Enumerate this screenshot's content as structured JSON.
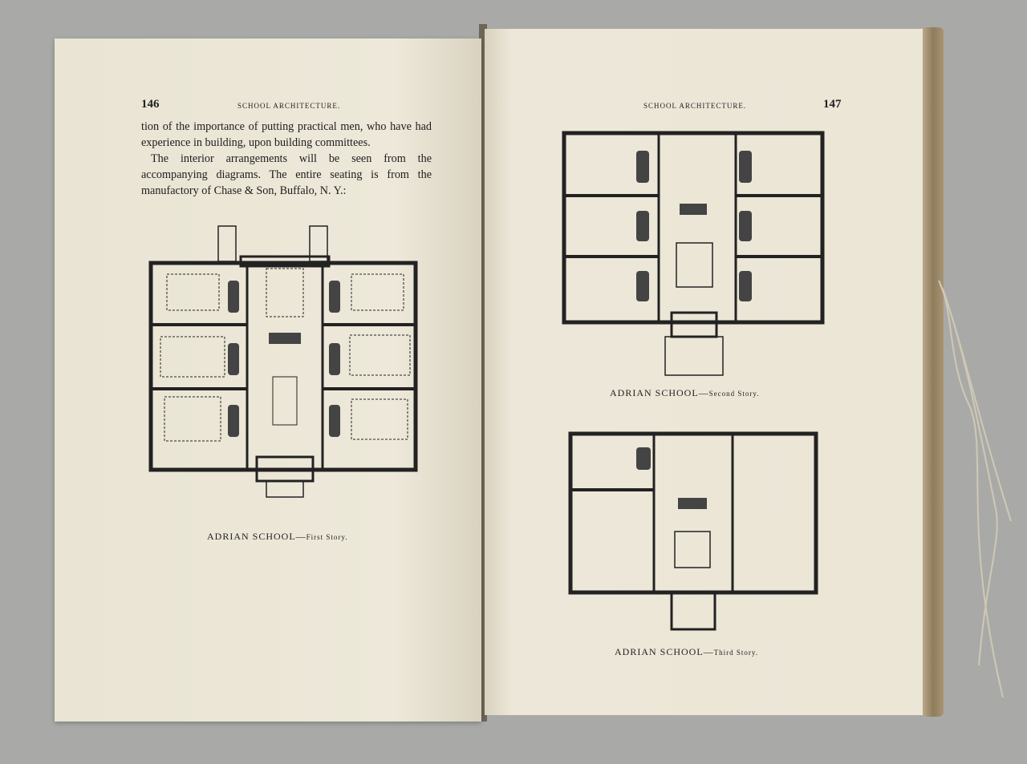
{
  "left_page": {
    "page_number": "146",
    "running_head": "SCHOOL ARCHITECTURE.",
    "paragraphs": [
      "tion of the importance of putting practical men, who have had experience in building, upon building committees.",
      "The interior arrangements will be seen from the accompanying diagrams.  The entire seating is from the manufactory of Chase & Son, Buffalo, N. Y.:"
    ],
    "figure_caption": {
      "main": "ADRIAN SCHOOL—",
      "sub": "First Story."
    }
  },
  "right_page": {
    "page_number": "147",
    "running_head": "SCHOOL ARCHITECTURE.",
    "figures": [
      {
        "main": "ADRIAN SCHOOL—",
        "sub": "Second Story."
      },
      {
        "main": "ADRIAN SCHOOL—",
        "sub": "Third Story."
      }
    ]
  }
}
